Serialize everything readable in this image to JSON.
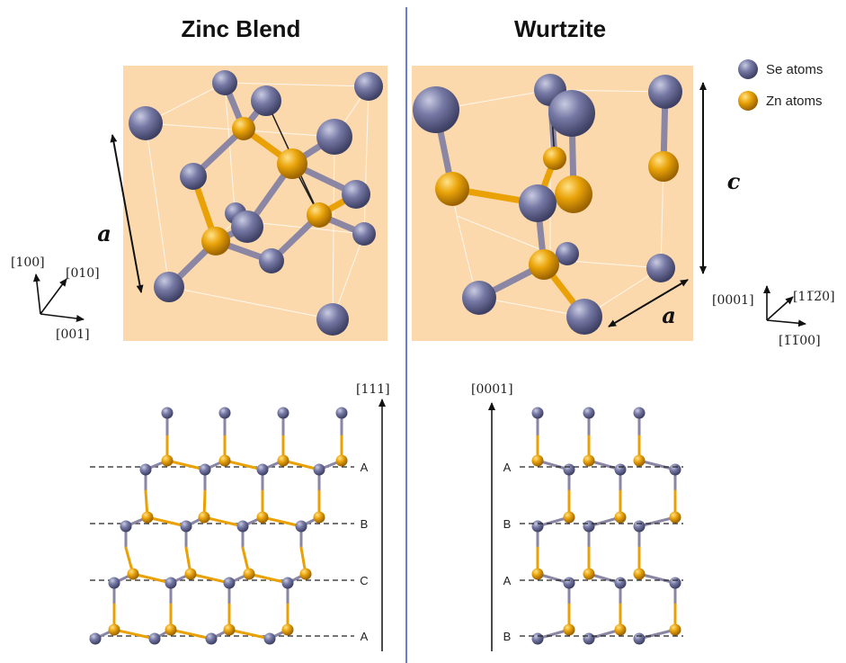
{
  "titles": {
    "zinc_blend": "Zinc Blend",
    "wurtzite": "Wurtzite"
  },
  "legend": [
    {
      "label": "Se atoms",
      "color": "#6e7299"
    },
    {
      "label": "Zn atoms",
      "color": "#e9a106"
    }
  ],
  "lattice_params": {
    "a": "a",
    "c": "c"
  },
  "axes": {
    "zb_cubic": [
      "[100]",
      "[010]",
      "[001]"
    ],
    "wz_hex": [
      "[0001]",
      "[11̅2̅0]",
      "[1̅1̅00]"
    ],
    "zb_stacking_dir": "[111]",
    "wz_stacking_dir": "[0001]"
  },
  "zb_layers": [
    "A",
    "B",
    "C",
    "A"
  ],
  "wz_layers": [
    "A",
    "B",
    "A",
    "B"
  ],
  "colors": {
    "panel_bg": "#fbd9ac",
    "divider": "#3a54c8",
    "se": "#6e7299",
    "zn": "#e9a106"
  }
}
